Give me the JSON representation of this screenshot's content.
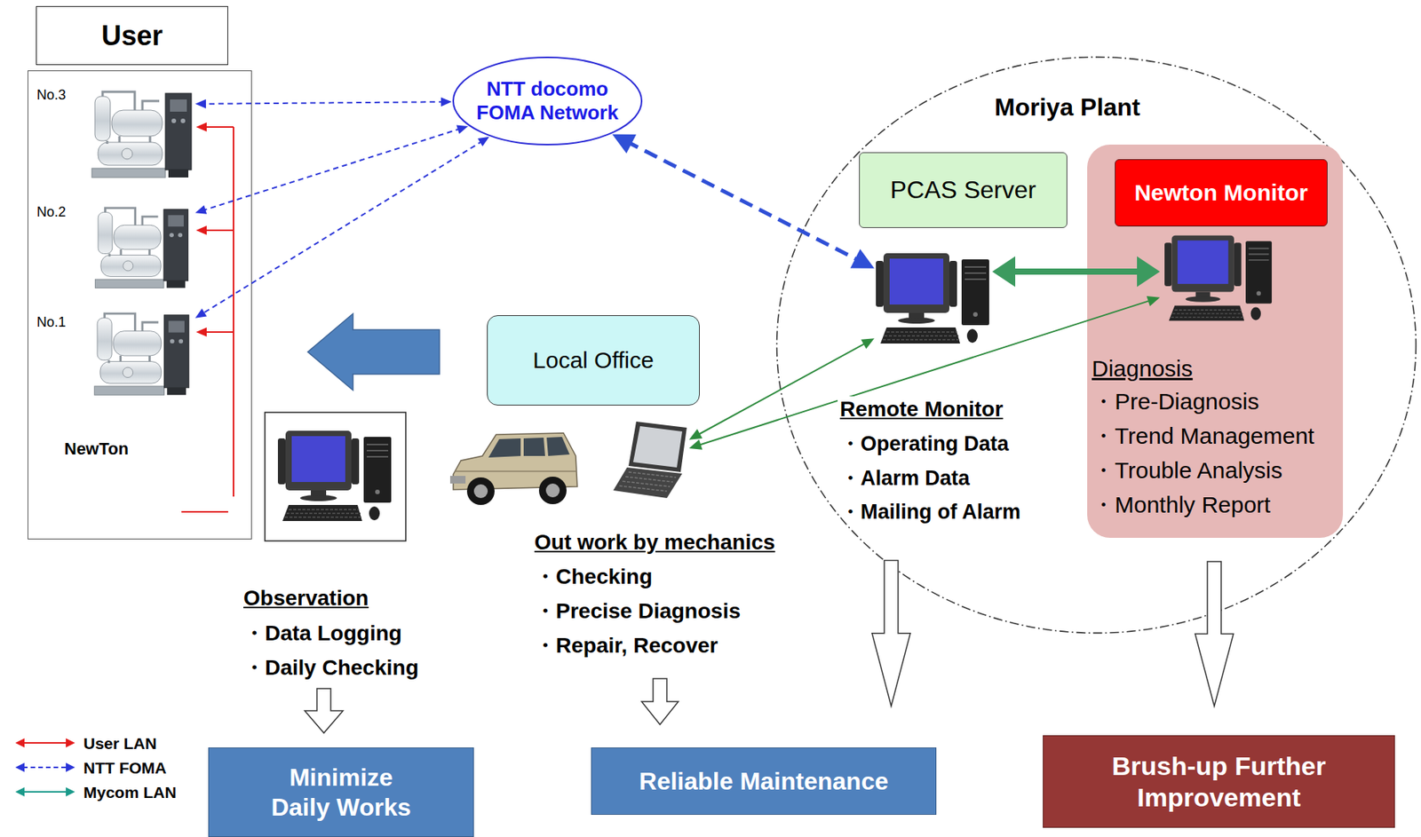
{
  "diagram": {
    "nodes": [
      {
        "text": [
          "User"
        ]
      },
      {
        "text": [
          "NewTon"
        ]
      },
      {
        "text": [
          "No.3"
        ],
        "in": 1
      },
      {
        "text": [
          "No.2"
        ],
        "in": 1
      },
      {
        "text": [
          "No.1"
        ],
        "in": 1
      },
      {
        "text": [
          "NTT docomo FOMA Network"
        ]
      },
      {
        "text": [
          "Moriya Plant"
        ]
      },
      {
        "text": [
          "PCAS Server"
        ],
        "in": 6
      },
      {
        "text": [
          "Diagnosis",
          "・Pre-Diagnosis",
          "・Trend Management",
          "・Trouble Analysis",
          "・Monthly Report"
        ],
        "in": 6
      },
      {
        "text": [
          "Newton Monitor"
        ],
        "in": 8
      },
      {
        "text": [
          "Local Office"
        ]
      },
      {
        "text": [
          "Observation",
          "・Data Logging",
          "・Daily Checking"
        ]
      },
      {
        "text": [
          "Out work by mechanics",
          "・Checking",
          "・Precise Diagnosis",
          "・Repair, Recover"
        ]
      },
      {
        "text": [
          "Minimize Daily Works"
        ]
      },
      {
        "text": [
          "Reliable Maintenance"
        ]
      },
      {
        "text": [
          "Brush-up Further Improvement"
        ]
      }
    ],
    "edges": [
      {
        "from": 5,
        "to": 2,
        "arrow": "both"
      },
      {
        "from": 5,
        "to": 3,
        "arrow": "both"
      },
      {
        "from": 5,
        "to": 4,
        "arrow": "both"
      },
      {
        "from": 5,
        "to": 7,
        "arrow": "both"
      },
      {
        "from": 7,
        "to": 9,
        "arrow": "both"
      },
      {
        "from": 12,
        "to": 7,
        "arrow": "both"
      },
      {
        "from": 12,
        "to": 9,
        "arrow": "both"
      },
      {
        "from": 10,
        "to": 1,
        "arrow": "to"
      },
      {
        "from": 11,
        "to": 13,
        "arrow": "to"
      },
      {
        "from": 6,
        "to": 14,
        "arrow": "to"
      },
      {
        "from": 8,
        "to": 15,
        "arrow": "to"
      }
    ],
    "labels": [
      "Remote Monitor",
      "・Operating Data",
      "・Alarm Data",
      "・Mailing of Alarm"
    ],
    "legend": [
      {
        "text": "User LAN"
      },
      {
        "text": "NTT FOMA"
      },
      {
        "text": "Mycom LAN"
      }
    ]
  }
}
